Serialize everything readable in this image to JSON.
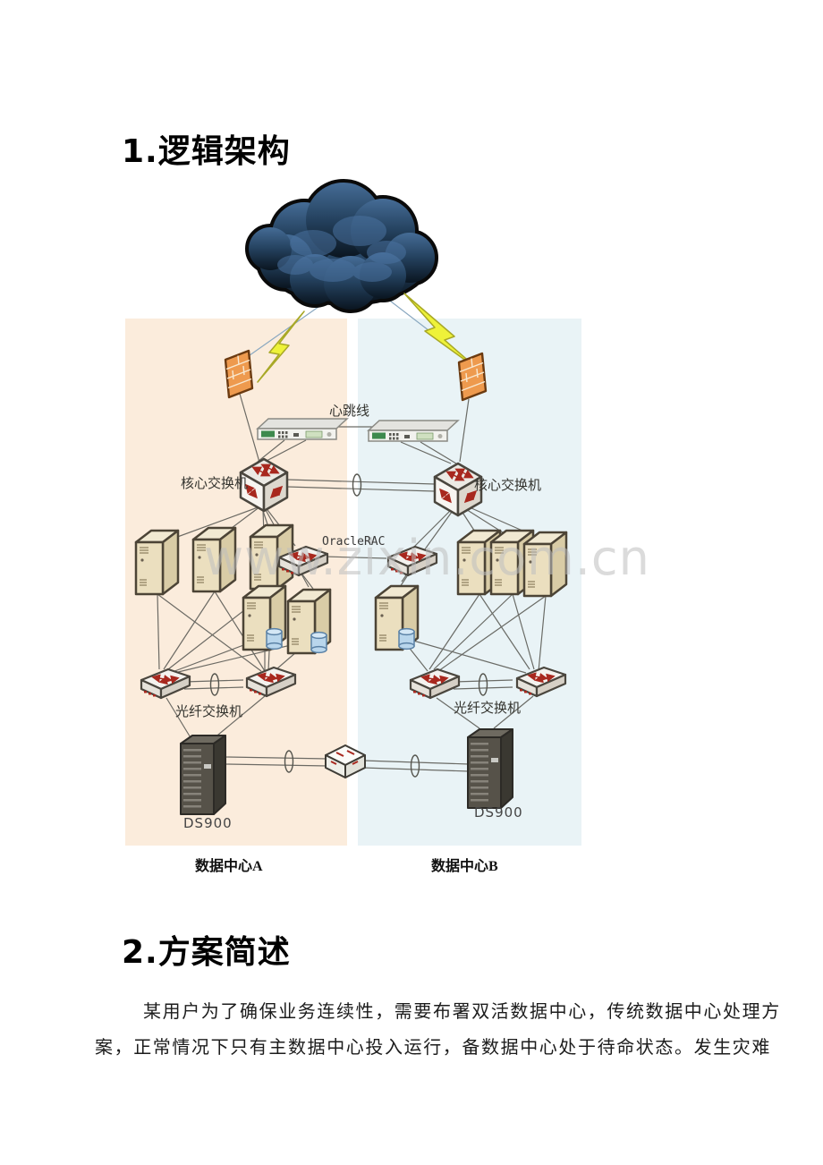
{
  "document": {
    "section1_heading": "1.逻辑架构",
    "section2_heading": "2.方案简述",
    "paragraph_lines": [
      "某用户为了确保业务连续性，需要布署双活数据中心，传统数据中心处理方",
      "案，正常情况下只有主数据中心投入运行，备数据中心处于待命状态。发生灾难"
    ]
  },
  "diagram": {
    "watermark": "www.zixin.com.cn",
    "labels": {
      "heartbeat": "心跳线",
      "core_switch_left": "核心交换机",
      "core_switch_right": "核心交换机",
      "oracle_rac": "OracleRAC",
      "fiber_switch_left": "光纤交换机",
      "fiber_switch_right": "光纤交换机",
      "storage_left": "DS900",
      "storage_right": "DS900",
      "datacenter_a": "数据中心A",
      "datacenter_b": "数据中心B"
    },
    "colors": {
      "datacenter_a_bg": "#fbecdc",
      "datacenter_b_bg": "#e9f3f6",
      "cloud": "#1c3750",
      "lightning": "#eef239",
      "firewall": "#ee9a4e",
      "server_beige": "#ebdfbf",
      "storage_dark": "#565249",
      "db_cylinder": "#b9d6ec",
      "connection_line": "#60605a",
      "watermark_gray": "#bfbfbf"
    },
    "icons": {
      "cloud": "internet-cloud-icon",
      "lightning": "lightning-bolt-icon",
      "firewall": "firewall-icon",
      "heartbeat_appliance": "rack-appliance-icon",
      "core_switch": "switch-cube-icon",
      "rac_switch": "flat-switch-icon",
      "fiber_switch": "flat-switch-icon",
      "tower_server": "tower-server-icon",
      "db_server": "tower-server-database-icon",
      "storage": "storage-tower-icon",
      "fiber_link": "fiber-loop-icon"
    }
  }
}
